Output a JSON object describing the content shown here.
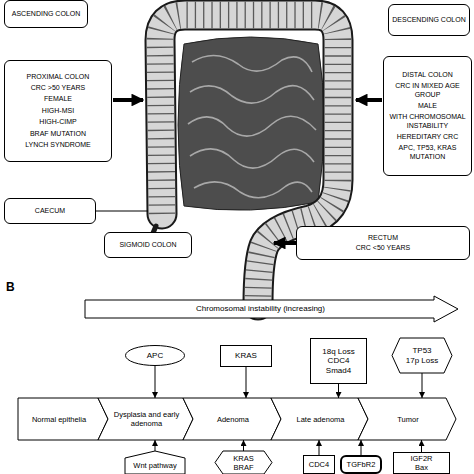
{
  "diagram": {
    "nodes": [
      {
        "text": [
          "ASCENDING COLON"
        ]
      },
      {
        "text": [
          "DESCENDING COLON"
        ]
      },
      {
        "text": [
          "PROXIMAL COLON",
          "CRC >50 YEARS",
          "FEMALE",
          "HIGH-MSI",
          "HIGH-CIMP",
          "BRAF MUTATION",
          "LYNCH SYNDROME"
        ]
      },
      {
        "text": [
          "DISTAL COLON",
          "CRC IN MIXED AGE GROUP",
          "MALE",
          "WITH CHROMOSOMAL INSTABILITY",
          "HEREDITARY CRC",
          "APC, TP53, KRAS MUTATION"
        ]
      },
      {
        "text": [
          "CAECUM"
        ]
      },
      {
        "text": [
          "SIGMOID COLON"
        ]
      },
      {
        "text": [
          "RECTUM",
          "CRC <50 YEARS"
        ]
      },
      {
        "text": [
          "Chromosomal instability (increasing)"
        ]
      },
      {
        "text": [
          "APC"
        ]
      },
      {
        "text": [
          "KRAS"
        ]
      },
      {
        "text": [
          "18q Loss",
          "CDC4",
          "Smad4"
        ]
      },
      {
        "text": [
          "TP53",
          "17p Loss"
        ]
      },
      {
        "text": [
          "Normal epithelia"
        ]
      },
      {
        "text": [
          "Dysplasia and early adenoma"
        ]
      },
      {
        "text": [
          "Adenoma"
        ]
      },
      {
        "text": [
          "Late adenoma"
        ]
      },
      {
        "text": [
          "Tumor"
        ]
      },
      {
        "text": [
          "Wnt pathway"
        ]
      },
      {
        "text": [
          "KRAS",
          "BRAF"
        ]
      },
      {
        "text": [
          "CDC4"
        ]
      },
      {
        "text": [
          "TGFbR2"
        ]
      },
      {
        "text": [
          "IGF2R",
          "Bax"
        ]
      }
    ],
    "edges": [
      {
        "from": 8,
        "to": 13,
        "arrow": "to"
      },
      {
        "from": 9,
        "to": 14,
        "arrow": "to"
      },
      {
        "from": 10,
        "to": 15,
        "arrow": "to"
      },
      {
        "from": 11,
        "to": 16,
        "arrow": "to"
      },
      {
        "from": 17,
        "to": 13,
        "arrow": "to"
      },
      {
        "from": 18,
        "to": 14,
        "arrow": "to"
      },
      {
        "from": 19,
        "to": 15,
        "arrow": "to"
      },
      {
        "from": 20,
        "to": 15,
        "arrow": "to"
      },
      {
        "from": 21,
        "to": 16,
        "arrow": "to"
      }
    ],
    "labels": [
      "B"
    ]
  }
}
